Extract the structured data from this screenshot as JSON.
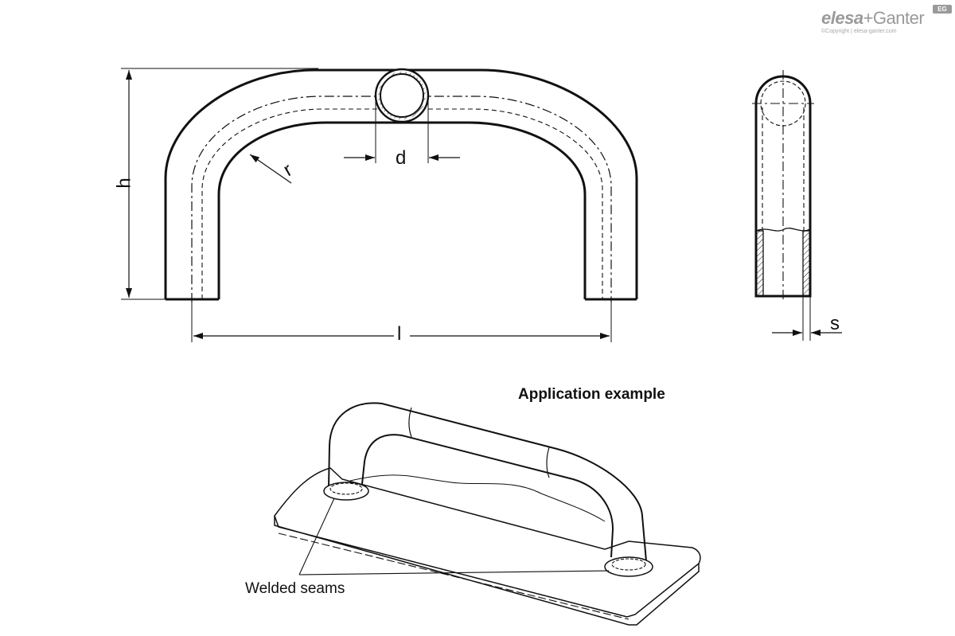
{
  "brand": {
    "name": "elesa+Ganter",
    "name_part1": "elesa",
    "name_part2": "+Ganter",
    "copyright": "©Copyright | elesa-ganter.com",
    "badge": "EG",
    "color": "#9a9a9a"
  },
  "dimensions": {
    "height": "h",
    "length": "l",
    "radius": "r",
    "diameter": "d",
    "wall": "s"
  },
  "application": {
    "title": "Application example",
    "callout": "Welded seams"
  },
  "colors": {
    "line": "#111111",
    "hatch": "#333333"
  }
}
